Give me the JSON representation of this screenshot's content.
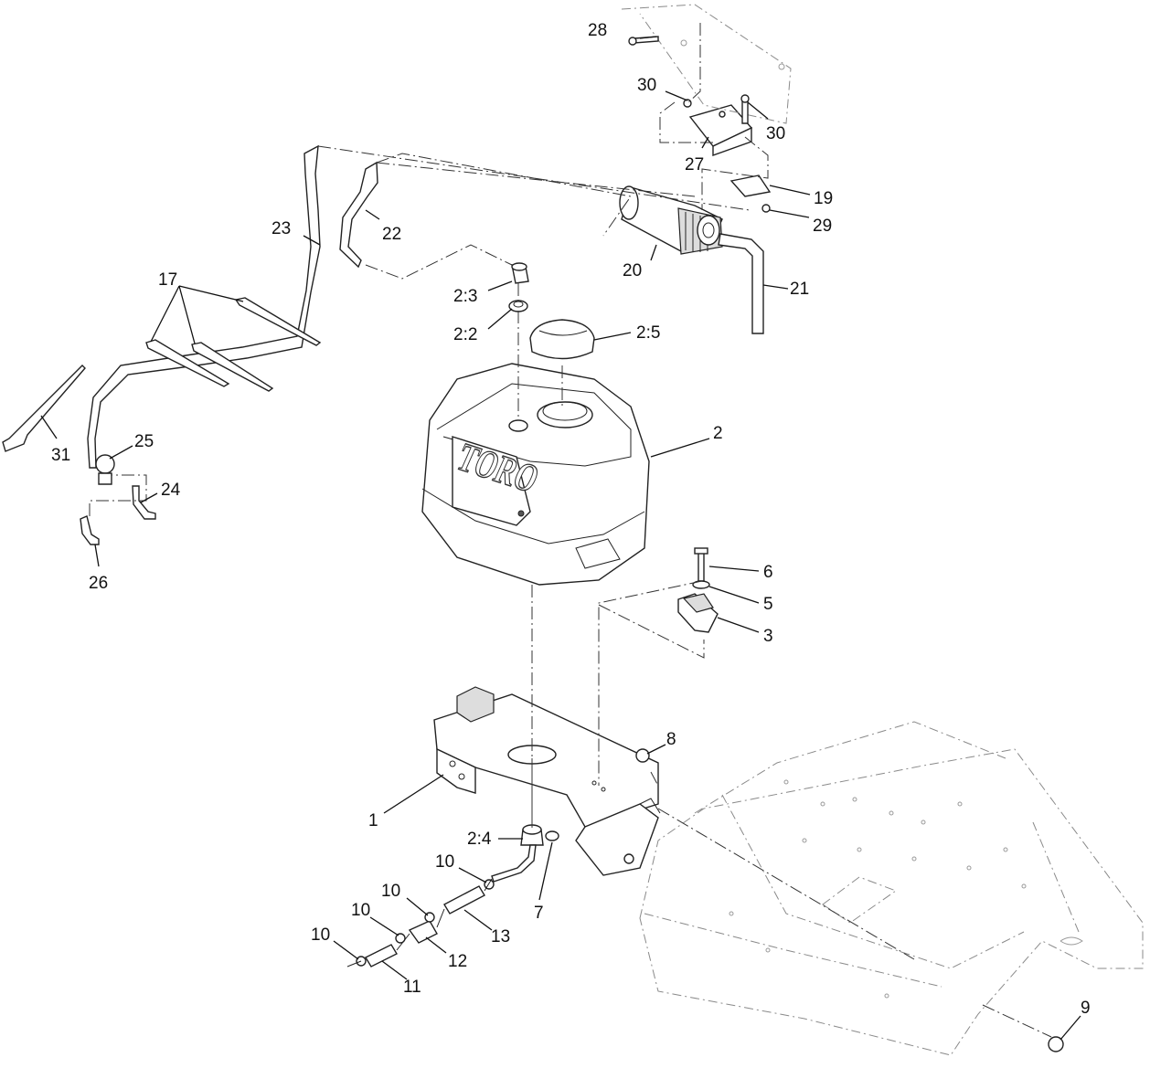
{
  "callouts": {
    "c28": "28",
    "c30a": "30",
    "c30b": "30",
    "c27": "27",
    "c19": "19",
    "c29": "29",
    "c23": "23",
    "c22": "22",
    "c20": "20",
    "c21": "21",
    "c17": "17",
    "c2_3": "2:3",
    "c2_2": "2:2",
    "c2_5": "2:5",
    "c2": "2",
    "c31": "31",
    "c25": "25",
    "c24": "24",
    "c26": "26",
    "c6": "6",
    "c5": "5",
    "c3": "3",
    "c8": "8",
    "c1": "1",
    "c2_4": "2:4",
    "c7": "7",
    "c10a": "10",
    "c10b": "10",
    "c10c": "10",
    "c10d": "10",
    "c13": "13",
    "c12": "12",
    "c11": "11",
    "c9": "9"
  },
  "tank_logo": "TORO",
  "colors": {
    "line": "#222222",
    "ghost": "#8a8a8a",
    "background": "#ffffff"
  }
}
